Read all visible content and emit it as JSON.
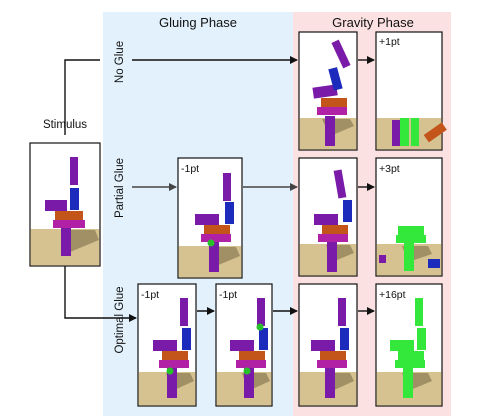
{
  "phases": {
    "gluing": {
      "title": "Gluing Phase",
      "color": "#e2f1fb"
    },
    "gravity": {
      "title": "Gravity Phase",
      "color": "#fbe1e1"
    }
  },
  "stimulus": {
    "label": "Stimulus"
  },
  "rows": {
    "no_glue": {
      "label": "No Glue",
      "gravity_score": "+1pt"
    },
    "partial_glue": {
      "label": "Partial Glue",
      "glue_score": "-1pt",
      "gravity_score": "+3pt"
    },
    "optimal_glue": {
      "label": "Optimal Glue",
      "glue_score_1": "-1pt",
      "glue_score_2": "-1pt",
      "gravity_score": "+16pt"
    }
  },
  "colors": {
    "block_purple": "#7a1aa8",
    "block_blue": "#1d2bbd",
    "block_orange": "#c4551a",
    "block_magenta": "#b021a6",
    "block_green": "#33e83a",
    "floor": "#d6c291",
    "floor_dark": "#8a7a52",
    "sky": "#ffffff",
    "glue_dot": "#28c12a"
  }
}
